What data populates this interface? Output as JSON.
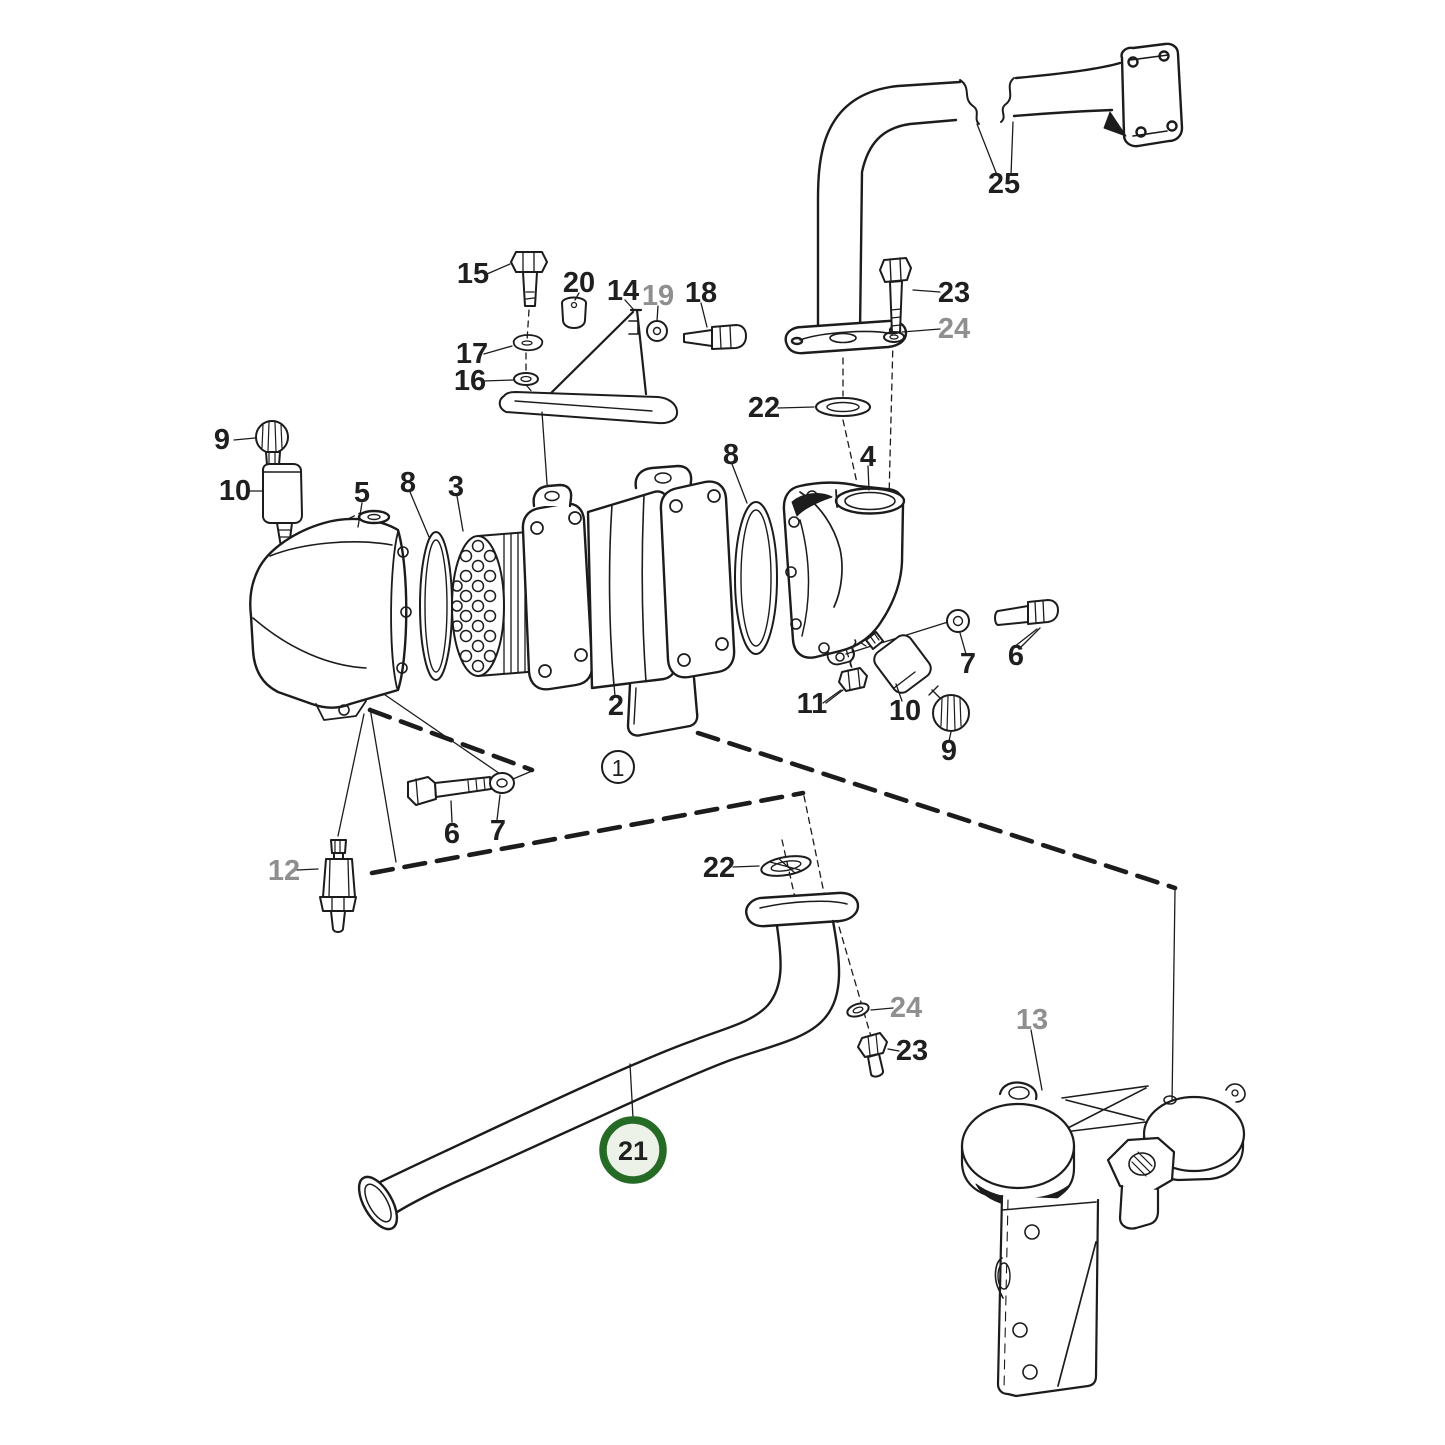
{
  "diagram": {
    "kind": "exploded-parts-diagram",
    "assembly_reference_label": "1",
    "highlighted_part_label": "21"
  },
  "colors": {
    "background": "#ffffff",
    "line": "#1c1c1c",
    "label": "#1f1f1f",
    "muted_label": "#8f8f8f",
    "highlight_ring": "#256b25",
    "highlight_fill": "#edf2e9",
    "white": "#ffffff"
  },
  "callouts": {
    "n1": {
      "text": "1"
    },
    "n2": {
      "text": "2"
    },
    "n3": {
      "text": "3"
    },
    "n4": {
      "text": "4"
    },
    "n5": {
      "text": "5"
    },
    "n6r": {
      "text": "6"
    },
    "n6l": {
      "text": "6"
    },
    "n7r": {
      "text": "7"
    },
    "n7l": {
      "text": "7"
    },
    "n8l": {
      "text": "8"
    },
    "n8r": {
      "text": "8"
    },
    "n9l": {
      "text": "9"
    },
    "n9r": {
      "text": "9"
    },
    "n10l": {
      "text": "10"
    },
    "n10r": {
      "text": "10"
    },
    "n11": {
      "text": "11"
    },
    "n12": {
      "text": "12"
    },
    "n13": {
      "text": "13"
    },
    "n14": {
      "text": "14"
    },
    "n15": {
      "text": "15"
    },
    "n16": {
      "text": "16"
    },
    "n17": {
      "text": "17"
    },
    "n18": {
      "text": "18"
    },
    "n19": {
      "text": "19"
    },
    "n20": {
      "text": "20"
    },
    "n21": {
      "text": "21"
    },
    "n22t": {
      "text": "22"
    },
    "n22b": {
      "text": "22"
    },
    "n23t": {
      "text": "23"
    },
    "n23b": {
      "text": "23"
    },
    "n24t": {
      "text": "24"
    },
    "n24b": {
      "text": "24"
    },
    "n25": {
      "text": "25"
    }
  }
}
